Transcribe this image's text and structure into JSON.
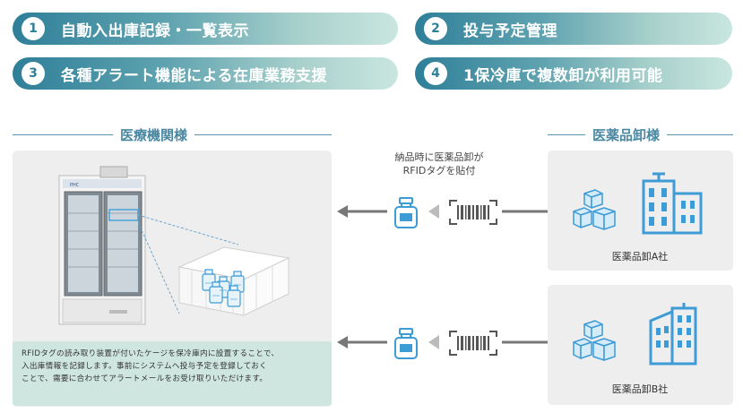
{
  "features": [
    {
      "num": "1",
      "text": "自動入出庫記録・一覧表示"
    },
    {
      "num": "2",
      "text": "投与予定管理"
    },
    {
      "num": "3",
      "text": "各種アラート機能による在庫業務支援"
    },
    {
      "num": "4",
      "text": "1保冷庫で複数卸が利用可能"
    }
  ],
  "sections": {
    "medical": "医療機関様",
    "wholesaler": "医薬品卸様"
  },
  "delivery_note": {
    "line1": "納品時に医薬品卸が",
    "line2": "RFIDタグを貼付"
  },
  "description": {
    "line1": "RFIDタグの読み取り装置が付いたケージを保冷庫内に設置することで、",
    "line2": "入出庫情報を記録します。事前にシステムへ投与予定を登録しておく",
    "line3": "ことで、需要に合わせてアラートメールをお受け取りいただけます。"
  },
  "companies": [
    {
      "name": "医薬品卸A社"
    },
    {
      "name": "医薬品卸B社"
    }
  ],
  "colors": {
    "accent": "#2f7f99",
    "icon_blue": "#3d9bd6",
    "arrow_gray": "#777777",
    "panel_gray": "#eeeeee",
    "desc_bg": "#cfe6e0"
  },
  "icons": [
    "fridge-illustration",
    "rfid-cage-illustration",
    "vial-icon",
    "barcode-tag-icon",
    "boxes-icon",
    "building-icon"
  ]
}
